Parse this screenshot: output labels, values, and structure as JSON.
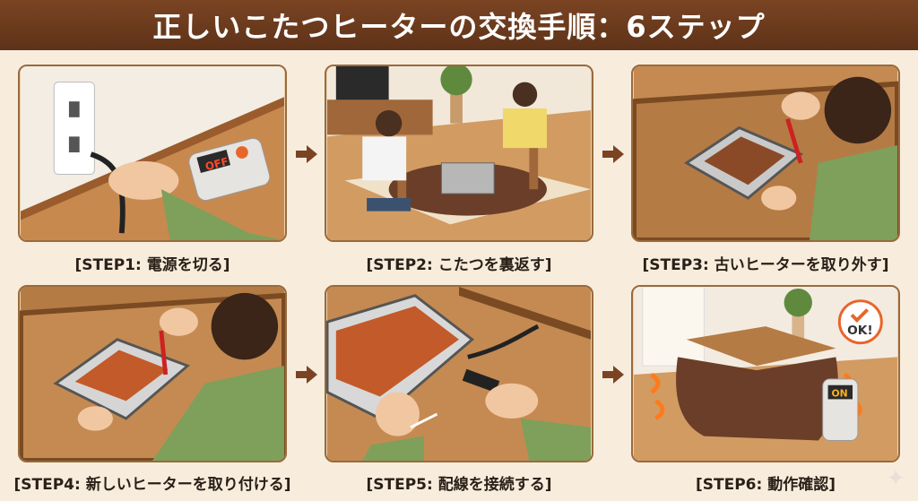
{
  "title": "正しいこたつヒーターの交換手順：6ステップ",
  "steps": [
    {
      "caption": "[STEP1: 電源を切る]",
      "display": "OFF"
    },
    {
      "caption": "[STEP2: こたつを裏返す]"
    },
    {
      "caption": "[STEP3: 古いヒーターを取り外す]"
    },
    {
      "caption": "[STEP4: 新しいヒーターを取り付ける]"
    },
    {
      "caption": "[STEP5: 配線を接続する]"
    },
    {
      "caption": "[STEP6: 動作確認]",
      "display": "ON",
      "badge": "OK!"
    }
  ],
  "colors": {
    "header": "#6b3a1f",
    "arrow": "#7a4423",
    "background": "#f8eddd"
  }
}
